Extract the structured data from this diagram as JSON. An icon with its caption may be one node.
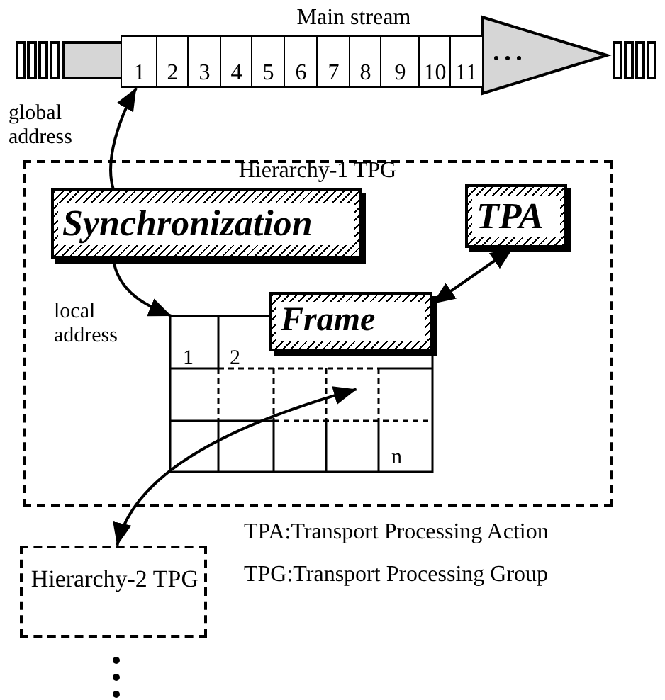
{
  "diagram": {
    "nodes": [
      {
        "text": [
          "Main stream"
        ]
      },
      {
        "text": [
          "1"
        ],
        "in": 0
      },
      {
        "text": [
          "2"
        ],
        "in": 0
      },
      {
        "text": [
          "3"
        ],
        "in": 0
      },
      {
        "text": [
          "4"
        ],
        "in": 0
      },
      {
        "text": [
          "5"
        ],
        "in": 0
      },
      {
        "text": [
          "6"
        ],
        "in": 0
      },
      {
        "text": [
          "7"
        ],
        "in": 0
      },
      {
        "text": [
          "8"
        ],
        "in": 0
      },
      {
        "text": [
          "9"
        ],
        "in": 0
      },
      {
        "text": [
          "10"
        ],
        "in": 0
      },
      {
        "text": [
          "11"
        ],
        "in": 0
      },
      {
        "text": [
          "Hierarchy-1 TPG"
        ]
      },
      {
        "text": [
          "Synchronization"
        ],
        "in": 12
      },
      {
        "text": [
          "TPA"
        ],
        "in": 12
      },
      {
        "text": [],
        "shape": "box",
        "in": 12
      },
      {
        "text": [
          "Frame"
        ],
        "in": 12
      },
      {
        "text": [
          "Hierarchy-2 TPG"
        ]
      }
    ],
    "edges": [
      {
        "from": 13,
        "to": 1,
        "arrow": "to",
        "label": "global address"
      },
      {
        "from": 13,
        "to": 15,
        "arrow": "to",
        "label": "local address"
      },
      {
        "from": 14,
        "to": 16,
        "arrow": "both"
      },
      {
        "from": 15,
        "to": 17,
        "arrow": "both"
      }
    ],
    "labels": [
      "1",
      "2",
      "n",
      "TPA:Transport Processing Action",
      "TPG:Transport Processing Group"
    ]
  }
}
